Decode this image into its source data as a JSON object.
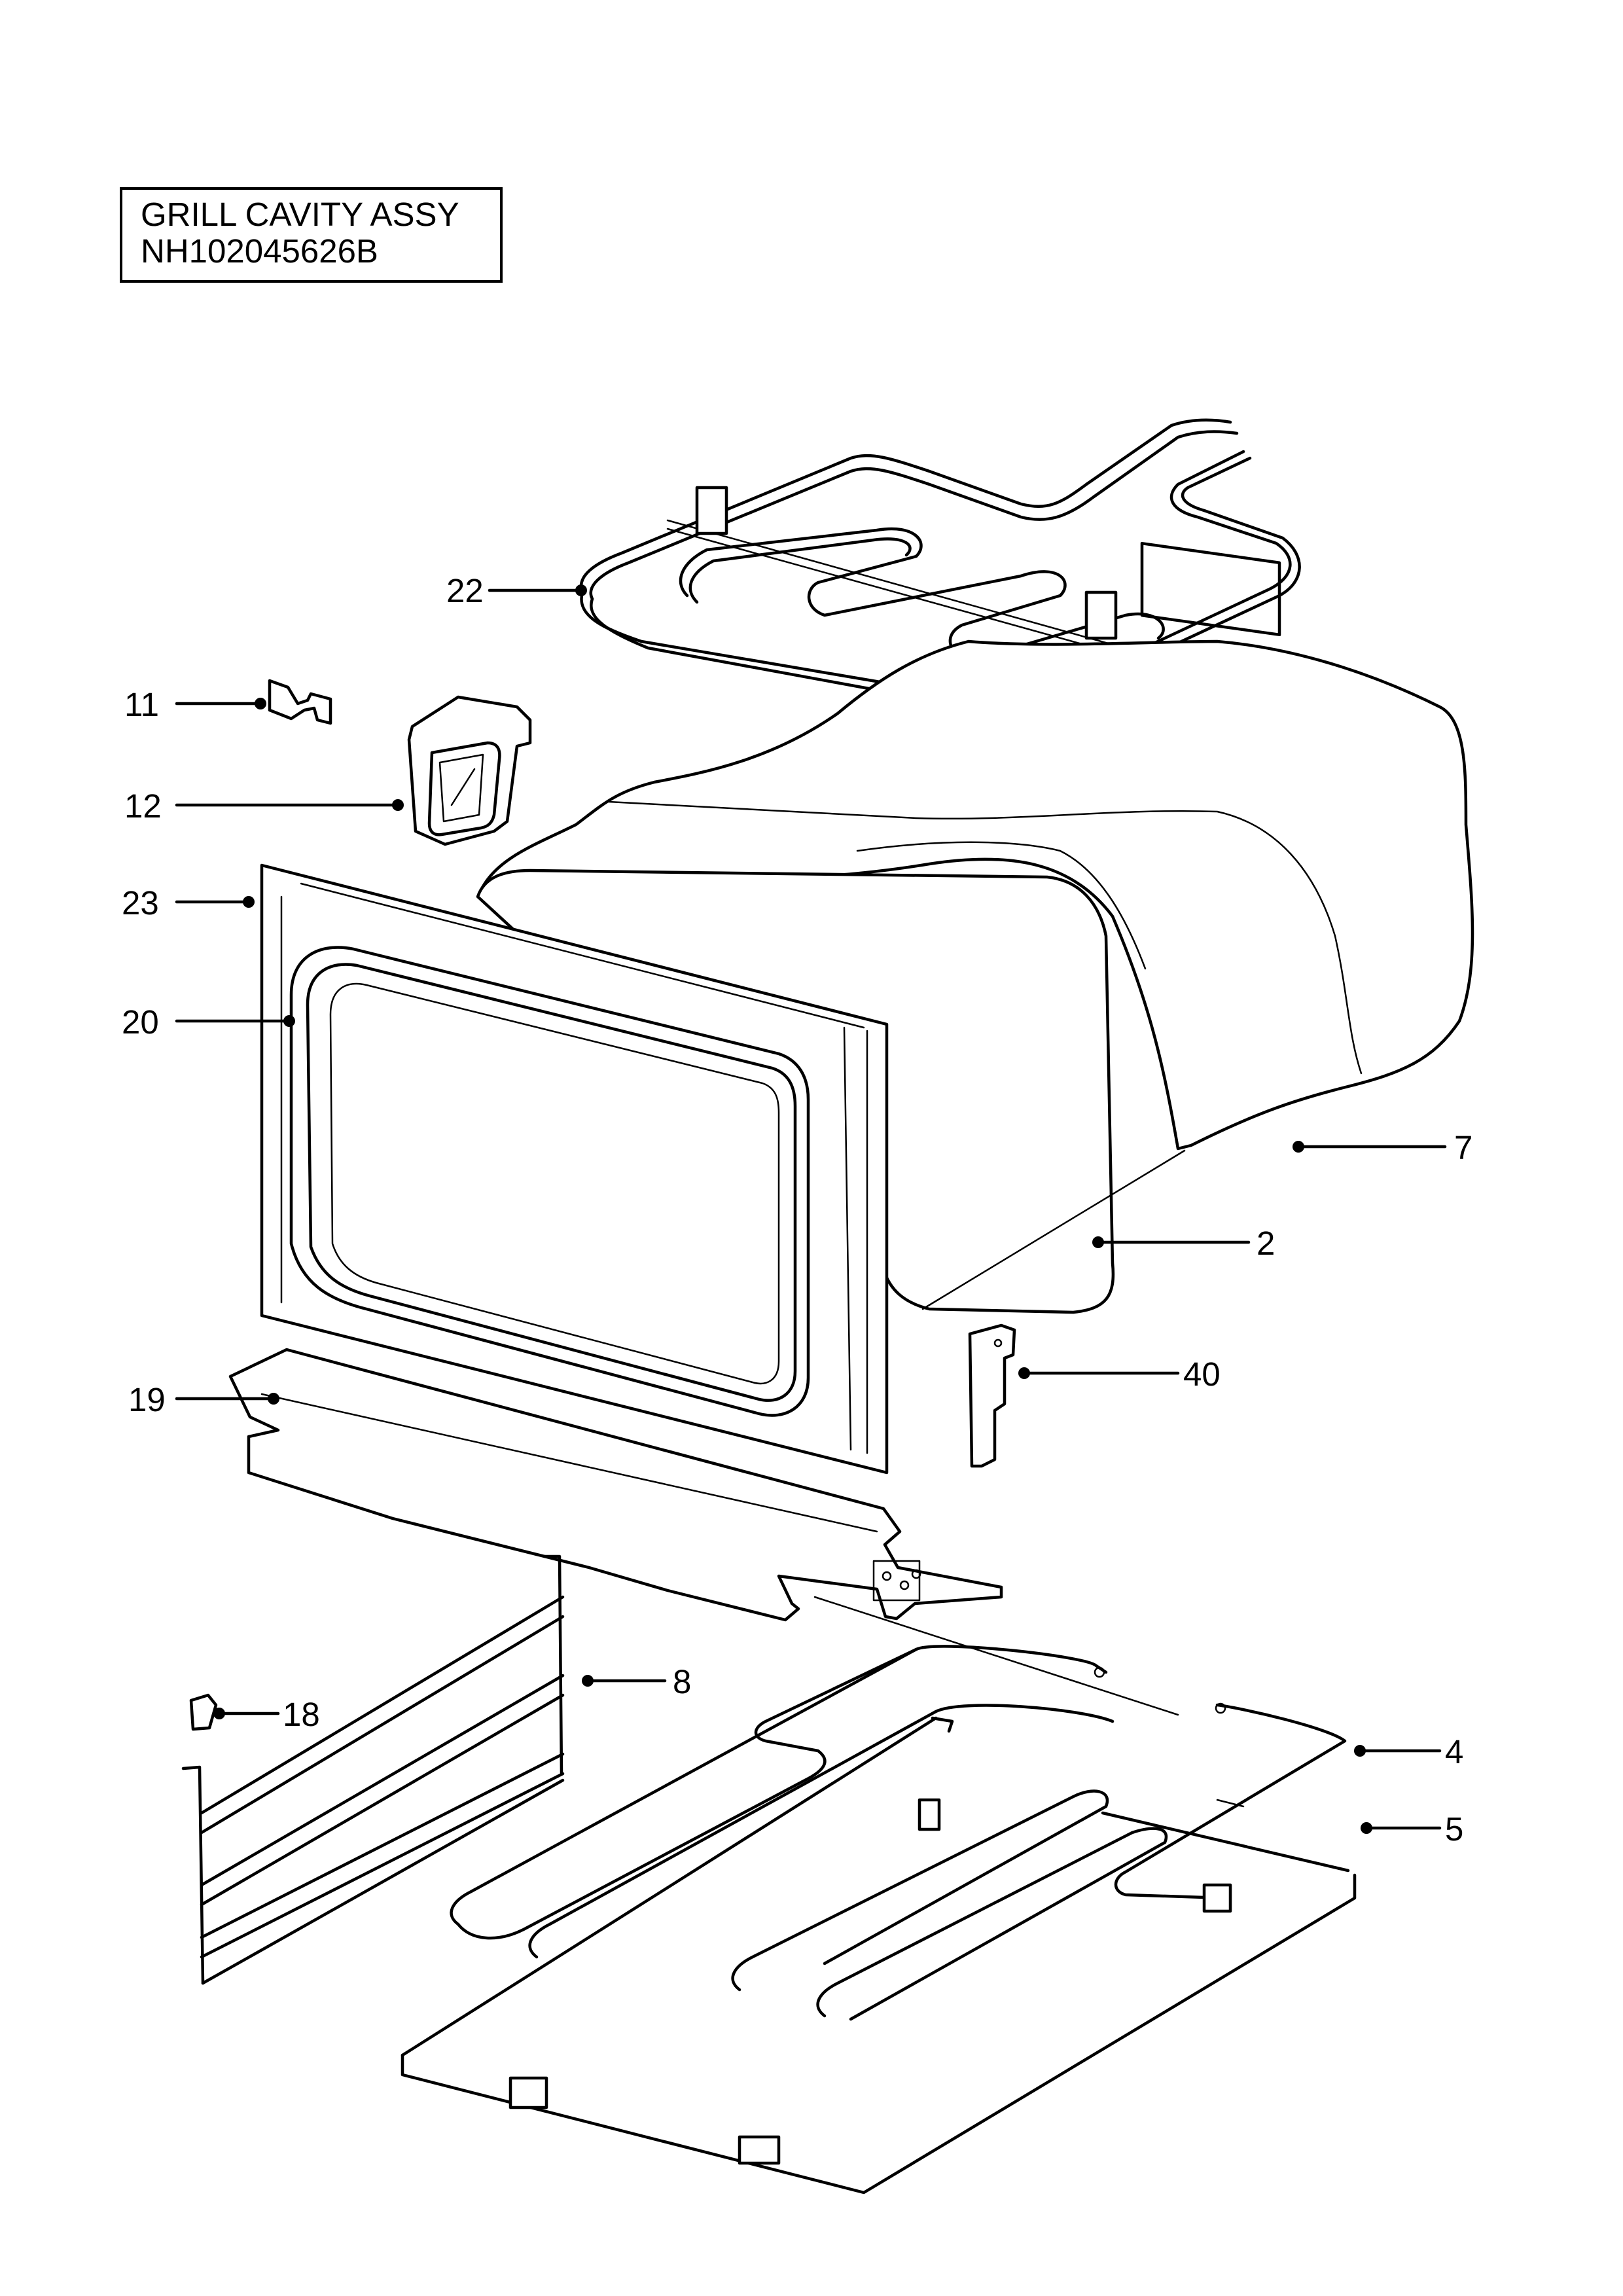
{
  "title": {
    "line1": "GRILL CAVITY ASSY",
    "line2": "NH102045626B"
  },
  "callouts": [
    {
      "id": "c22",
      "label": "22"
    },
    {
      "id": "c11",
      "label": "11"
    },
    {
      "id": "c12",
      "label": "12"
    },
    {
      "id": "c23",
      "label": "23"
    },
    {
      "id": "c20",
      "label": "20"
    },
    {
      "id": "c7",
      "label": "7"
    },
    {
      "id": "c2",
      "label": "2"
    },
    {
      "id": "c40",
      "label": "40"
    },
    {
      "id": "c19",
      "label": "19"
    },
    {
      "id": "c8",
      "label": "8"
    },
    {
      "id": "c18",
      "label": "18"
    },
    {
      "id": "c4",
      "label": "4"
    },
    {
      "id": "c5",
      "label": "5"
    }
  ]
}
